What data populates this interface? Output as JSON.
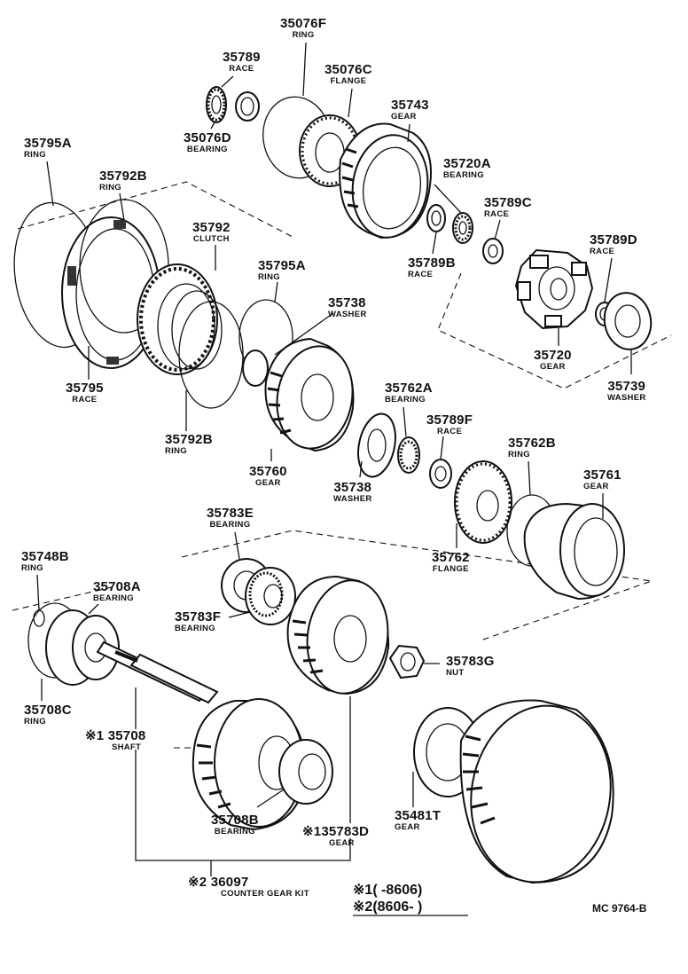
{
  "parts": [
    {
      "id": "p35076F",
      "number": "35076F",
      "name": "RING"
    },
    {
      "id": "p35789",
      "number": "35789",
      "name": "RACE"
    },
    {
      "id": "p35076C",
      "number": "35076C",
      "name": "FLANGE"
    },
    {
      "id": "p35743",
      "number": "35743",
      "name": "GEAR"
    },
    {
      "id": "p35076D",
      "number": "35076D",
      "name": "BEARING"
    },
    {
      "id": "p35795A_1",
      "number": "35795A",
      "name": "RING"
    },
    {
      "id": "p35792B_1",
      "number": "35792B",
      "name": "RING"
    },
    {
      "id": "p35720A",
      "number": "35720A",
      "name": "BEARING"
    },
    {
      "id": "p35789C",
      "number": "35789C",
      "name": "RACE"
    },
    {
      "id": "p35792",
      "number": "35792",
      "name": "CLUTCH"
    },
    {
      "id": "p35789D",
      "number": "35789D",
      "name": "RACE"
    },
    {
      "id": "p35789B",
      "number": "35789B",
      "name": "RACE"
    },
    {
      "id": "p35795A_2",
      "number": "35795A",
      "name": "RING"
    },
    {
      "id": "p35738_1",
      "number": "35738",
      "name": "WASHER"
    },
    {
      "id": "p35720",
      "number": "35720",
      "name": "GEAR"
    },
    {
      "id": "p35795",
      "number": "35795",
      "name": "RACE"
    },
    {
      "id": "p35739",
      "number": "35739",
      "name": "WASHER"
    },
    {
      "id": "p35762A",
      "number": "35762A",
      "name": "BEARING"
    },
    {
      "id": "p35789F",
      "number": "35789F",
      "name": "RACE"
    },
    {
      "id": "p35792B_2",
      "number": "35792B",
      "name": "RING"
    },
    {
      "id": "p35762B",
      "number": "35762B",
      "name": "RING"
    },
    {
      "id": "p35760",
      "number": "35760",
      "name": "GEAR"
    },
    {
      "id": "p35761",
      "number": "35761",
      "name": "GEAR"
    },
    {
      "id": "p35738_2",
      "number": "35738",
      "name": "WASHER"
    },
    {
      "id": "p35783E",
      "number": "35783E",
      "name": "BEARING"
    },
    {
      "id": "p35762",
      "number": "35762",
      "name": "FLANGE"
    },
    {
      "id": "p35748B",
      "number": "35748B",
      "name": "RING"
    },
    {
      "id": "p35708A",
      "number": "35708A",
      "name": "BEARING"
    },
    {
      "id": "p35783F",
      "number": "35783F",
      "name": "BEARING"
    },
    {
      "id": "p35783G",
      "number": "35783G",
      "name": "NUT"
    },
    {
      "id": "p35708C",
      "number": "35708C",
      "name": "RING"
    },
    {
      "id": "p35708",
      "number": "35708",
      "name": "SHAFT",
      "mark": "※1"
    },
    {
      "id": "p35481T",
      "number": "35481T",
      "name": "GEAR"
    },
    {
      "id": "p35708B",
      "number": "35708B",
      "name": "BEARING"
    },
    {
      "id": "p35783D",
      "number": "35783D",
      "name": "GEAR",
      "mark": "※1"
    },
    {
      "id": "p36097",
      "number": "36097",
      "name": "COUNTER GEAR KIT",
      "mark": "※2"
    }
  ],
  "notes": {
    "mark1": "※1",
    "range1": "(      -8606)",
    "mark2": "※2",
    "range2": "(8606-       )"
  },
  "figure_code": "MC  9764-B"
}
